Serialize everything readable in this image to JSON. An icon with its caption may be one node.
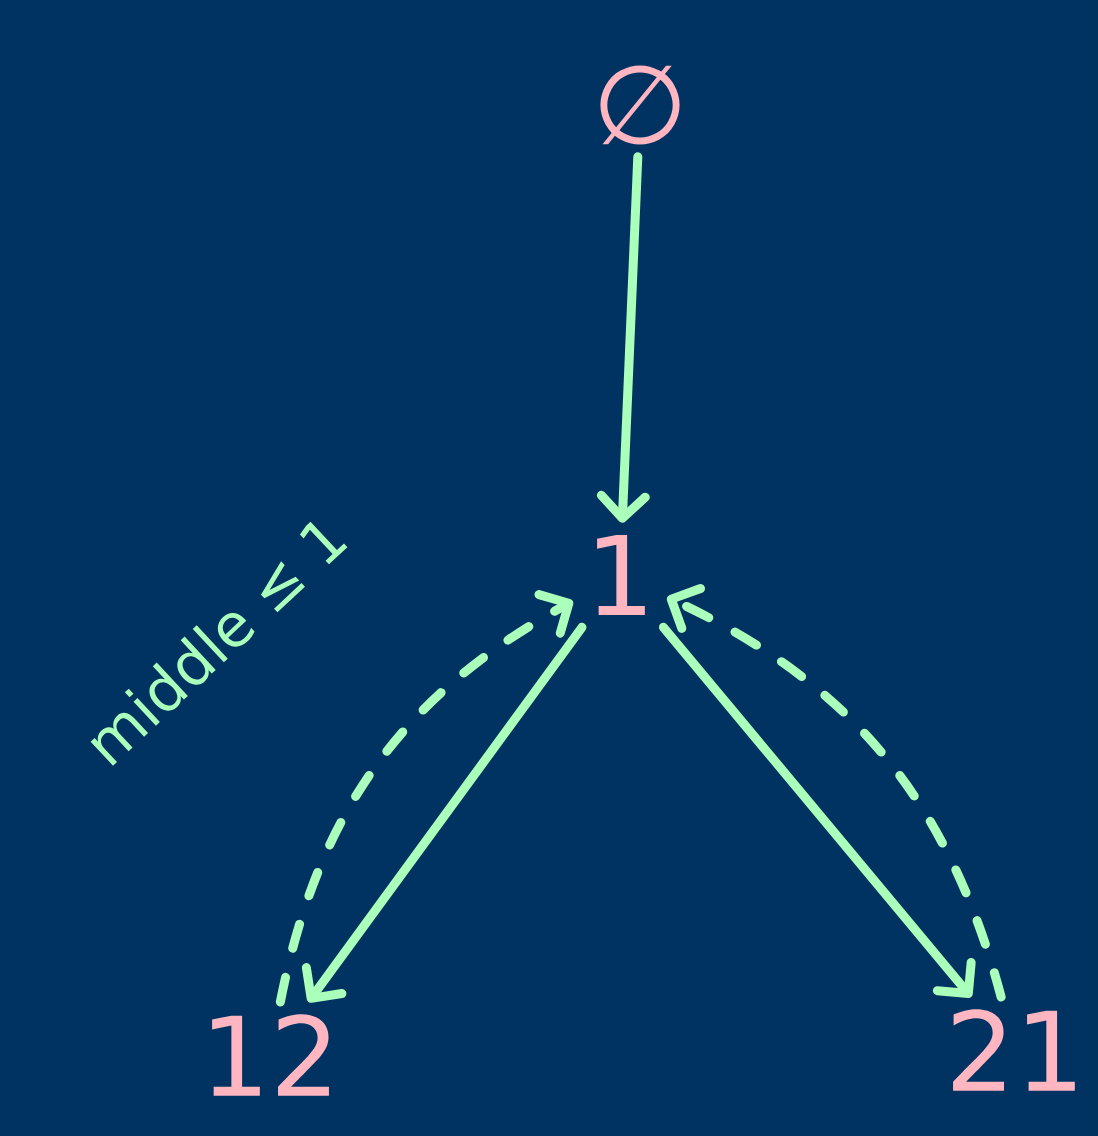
{
  "diagram": {
    "nodes": [
      {
        "text": [
          "∅"
        ]
      },
      {
        "text": [
          "1"
        ]
      },
      {
        "text": [
          "12"
        ]
      },
      {
        "text": [
          "21"
        ]
      }
    ],
    "edges": [
      {
        "from": 0,
        "to": 1,
        "arrow": "to"
      },
      {
        "from": 1,
        "to": 2,
        "arrow": "to"
      },
      {
        "from": 1,
        "to": 3,
        "arrow": "to"
      },
      {
        "from": 2,
        "to": 1,
        "arrow": "to",
        "style": "dashed",
        "label": "middle ≤ 1"
      },
      {
        "from": 3,
        "to": 1,
        "arrow": "to",
        "style": "dashed"
      }
    ]
  }
}
